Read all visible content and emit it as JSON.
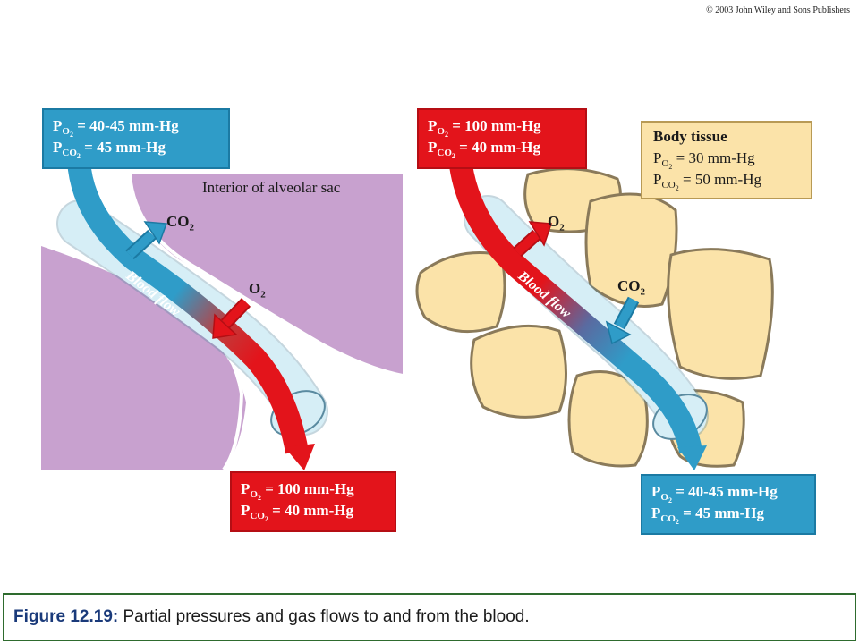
{
  "copyright": "© 2003 John Wiley and Sons Publishers",
  "left_panel": {
    "top_box": {
      "line1_prefix": "P",
      "line1_sub": "O",
      "line1_subsub": "2",
      "line1_value": " = 40-45 mm-Hg",
      "line2_prefix": "P",
      "line2_sub": "CO",
      "line2_subsub": "2",
      "line2_value": " = 45 mm-Hg"
    },
    "alveolar_label": "Interior of alveolar sac",
    "co2_label": "CO",
    "co2_sub": "2",
    "o2_label": "O",
    "o2_sub": "2",
    "blood_flow_label": "Blood flow",
    "bottom_box": {
      "line1_prefix": "P",
      "line1_sub": "O",
      "line1_subsub": "2",
      "line1_value": " = 100 mm-Hg",
      "line2_prefix": "P",
      "line2_sub": "CO",
      "line2_subsub": "2",
      "line2_value": " = 40 mm-Hg"
    }
  },
  "right_panel": {
    "top_box": {
      "line1_prefix": "P",
      "line1_sub": "O",
      "line1_subsub": "2",
      "line1_value": " = 100 mm-Hg",
      "line2_prefix": "P",
      "line2_sub": "CO",
      "line2_subsub": "2",
      "line2_value": " = 40 mm-Hg"
    },
    "tissue_box": {
      "title": "Body tissue",
      "line1_prefix": "P",
      "line1_sub": "O",
      "line1_subsub": "2",
      "line1_value": " = 30 mm-Hg",
      "line2_prefix": "P",
      "line2_sub": "CO",
      "line2_subsub": "2",
      "line2_value": " = 50 mm-Hg"
    },
    "o2_label": "O",
    "o2_sub": "2",
    "co2_label": "CO",
    "co2_sub": "2",
    "blood_flow_label": "Blood flow",
    "bottom_box": {
      "line1_prefix": "P",
      "line1_sub": "O",
      "line1_subsub": "2",
      "line1_value": " = 40-45 mm-Hg",
      "line2_prefix": "P",
      "line2_sub": "CO",
      "line2_subsub": "2",
      "line2_value": " = 45 mm-Hg"
    }
  },
  "caption": {
    "number": "Figure 12.19:",
    "text": " Partial pressures and gas flows to and from the blood."
  },
  "colors": {
    "blue": "#2f9cc8",
    "red": "#e3141b",
    "alveolar": "#c8a1cf",
    "tissue": "#fbe3a9",
    "vessel": "#d6eef6"
  }
}
